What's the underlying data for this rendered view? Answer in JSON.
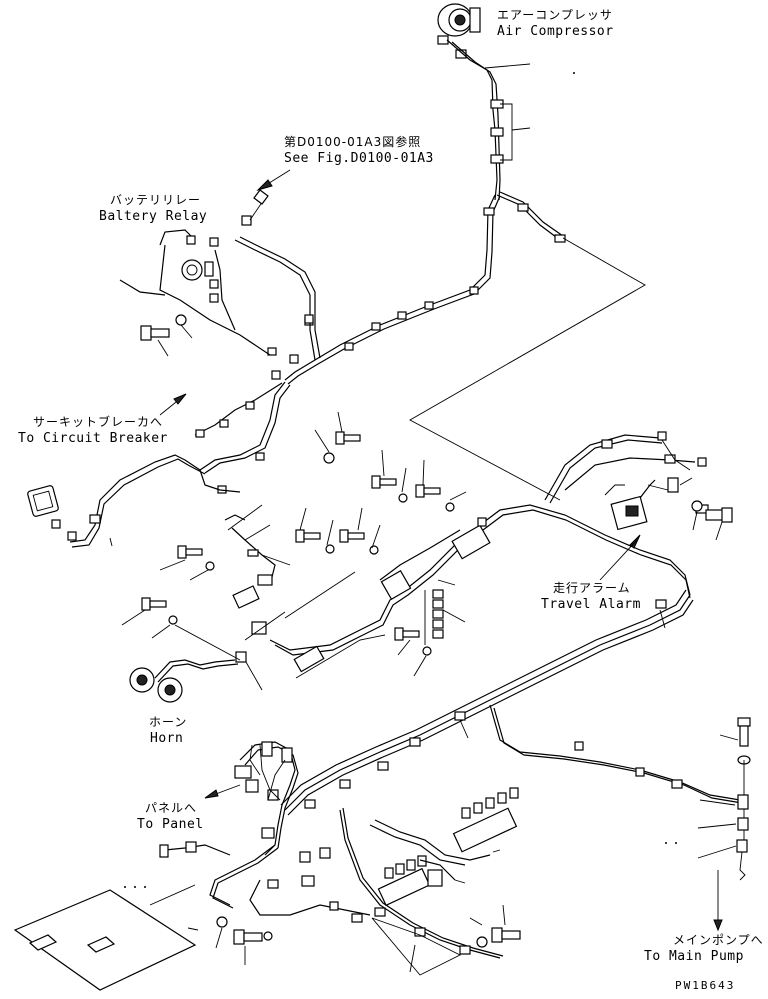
{
  "labels": {
    "air_compressor_ja": "エアーコンプレッサ",
    "air_compressor_en": "Air Compressor",
    "see_fig_ja": "第D0100-01A3図参照",
    "see_fig_en": "See Fig.D0100-01A3",
    "battery_relay_ja": "バッテリリレー",
    "battery_relay_en": "Baltery Relay",
    "circuit_breaker_ja": "サーキットブレーカへ",
    "circuit_breaker_en": "To Circuit Breaker",
    "travel_alarm_ja": "走行アラーム",
    "travel_alarm_en": "Travel Alarm",
    "horn_ja": "ホーン",
    "horn_en": "Horn",
    "panel_ja": "パネルへ",
    "panel_en": "To Panel",
    "main_pump_ja": "メインポンプへ",
    "main_pump_en": "To Main Pump",
    "drawing_code": "PW1B643"
  }
}
